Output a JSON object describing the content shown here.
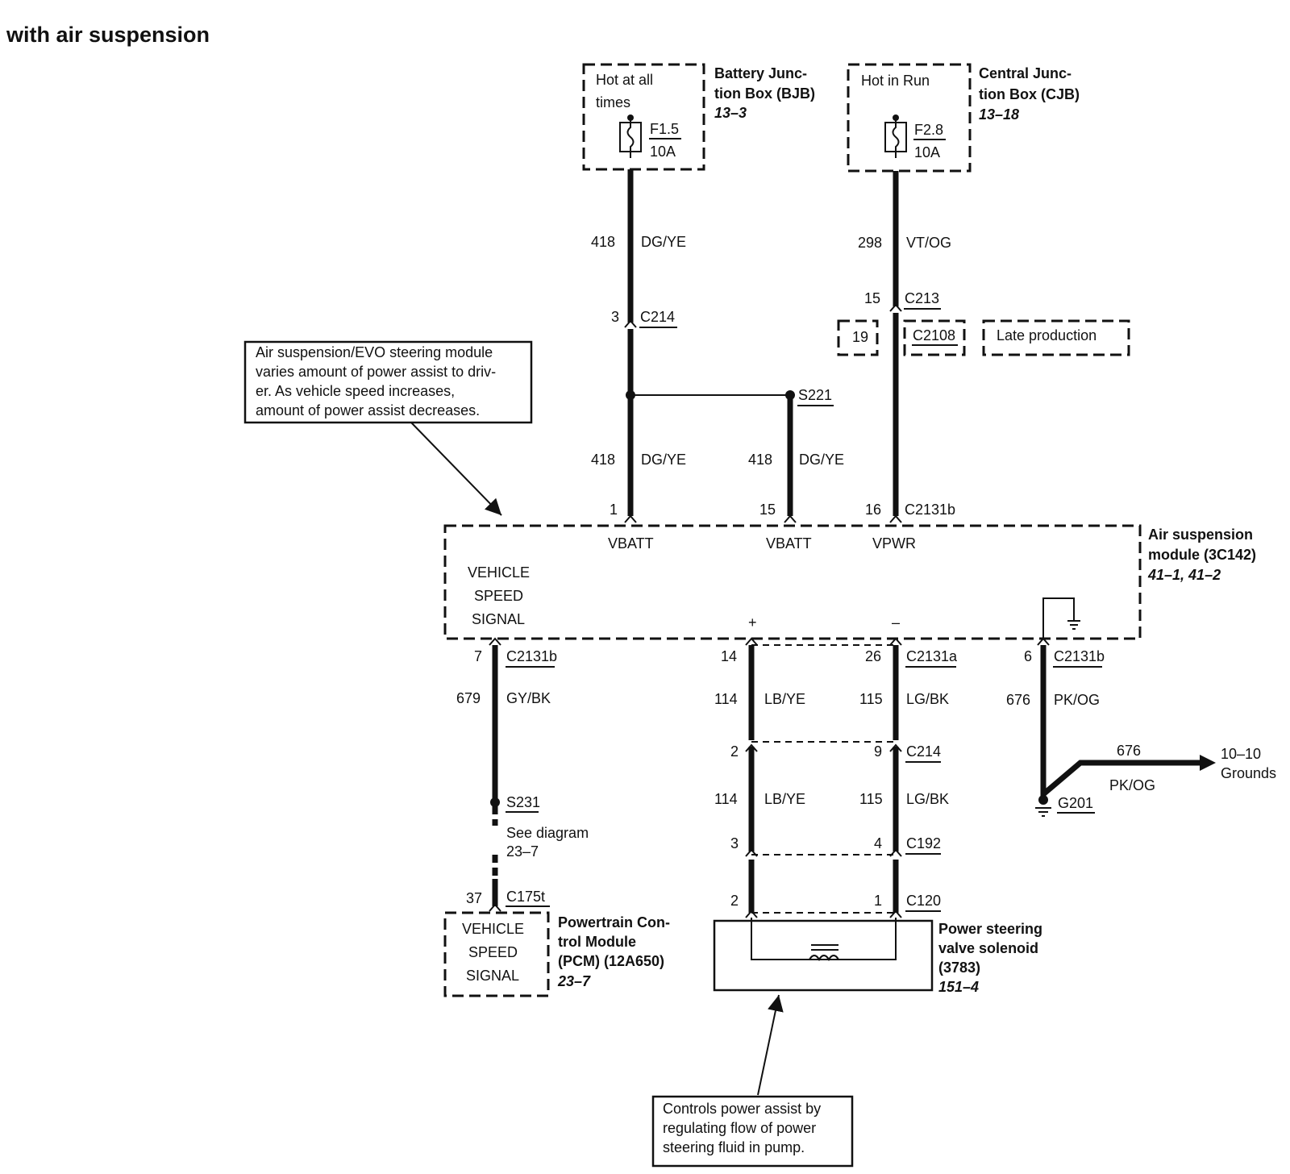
{
  "title": "with air suspension",
  "bjb": {
    "hot": [
      "Hot at all",
      "times"
    ],
    "fuse": "F1.5",
    "amps": "10A",
    "name": [
      "Battery Junc-",
      "tion Box (BJB)"
    ],
    "ref": "13–3"
  },
  "cjb": {
    "hot": "Hot in Run",
    "fuse": "F2.8",
    "amps": "10A",
    "name": [
      "Central Junc-",
      "tion Box (CJB)"
    ],
    "ref": "13–18"
  },
  "note_top": [
    "Air suspension/EVO steering module",
    "varies amount of power assist to driv-",
    "er. As vehicle speed increases,",
    "amount of power assist decreases."
  ],
  "note_bottom": [
    "Controls power assist by",
    "regulating flow of power",
    "steering fluid in pump."
  ],
  "wires": {
    "w418a": {
      "circuit": "418",
      "color": "DG/YE"
    },
    "w418b": {
      "circuit": "418",
      "color": "DG/YE"
    },
    "w418c": {
      "circuit": "418",
      "color": "DG/YE"
    },
    "w298": {
      "circuit": "298",
      "color": "VT/OG"
    },
    "w679": {
      "circuit": "679",
      "color": "GY/BK"
    },
    "w114a": {
      "circuit": "114",
      "color": "LB/YE"
    },
    "w115a": {
      "circuit": "115",
      "color": "LG/BK"
    },
    "w114b": {
      "circuit": "114",
      "color": "LB/YE"
    },
    "w115b": {
      "circuit": "115",
      "color": "LG/BK"
    },
    "w676a": {
      "circuit": "676",
      "color": "PK/OG"
    },
    "w676b": {
      "circuit": "676",
      "color": "PK/OG"
    }
  },
  "connectors": {
    "c214_top": {
      "pin": "3",
      "name": "C214"
    },
    "c213": {
      "pin": "15",
      "name": "C213"
    },
    "c2108": {
      "pin": "19",
      "name": "C2108",
      "note": "Late production"
    },
    "s221": "S221",
    "c2131b_p1": "1",
    "c2131b_p15": "15",
    "c2131b_p16": {
      "pin": "16",
      "name": "C2131b"
    },
    "c2131b_p7": {
      "pin": "7",
      "name": "C2131b"
    },
    "c2131a_p14": "14",
    "c2131a_p26": {
      "pin": "26",
      "name": "C2131a"
    },
    "c2131b_p6": {
      "pin": "6",
      "name": "C2131b"
    },
    "c214_bot": {
      "pin_left": "2",
      "pin_right": "9",
      "name": "C214"
    },
    "c192": {
      "pin_left": "3",
      "pin_right": "4",
      "name": "C192"
    },
    "c120": {
      "pin_left": "2",
      "pin_right": "1",
      "name": "C120"
    },
    "s231": {
      "name": "S231",
      "see": [
        "See diagram",
        "23–7"
      ]
    },
    "c175t": {
      "pin": "37",
      "name": "C175t"
    },
    "g201": "G201"
  },
  "module": {
    "pins": [
      "VBATT",
      "VBATT",
      "VPWR"
    ],
    "vss": [
      "VEHICLE",
      "SPEED",
      "SIGNAL"
    ],
    "plus": "+",
    "minus": "–",
    "name": [
      "Air suspension",
      "module (3C142)"
    ],
    "ref": "41–1, 41–2"
  },
  "pcm": {
    "vss": [
      "VEHICLE",
      "SPEED",
      "SIGNAL"
    ],
    "name": [
      "Powertrain Con-",
      "trol Module",
      "(PCM) (12A650)"
    ],
    "ref": "23–7"
  },
  "solenoid": {
    "name": [
      "Power steering",
      "valve solenoid",
      "(3783)"
    ],
    "ref": "151–4"
  },
  "grounds": {
    "ref": "10–10",
    "label": "Grounds"
  }
}
